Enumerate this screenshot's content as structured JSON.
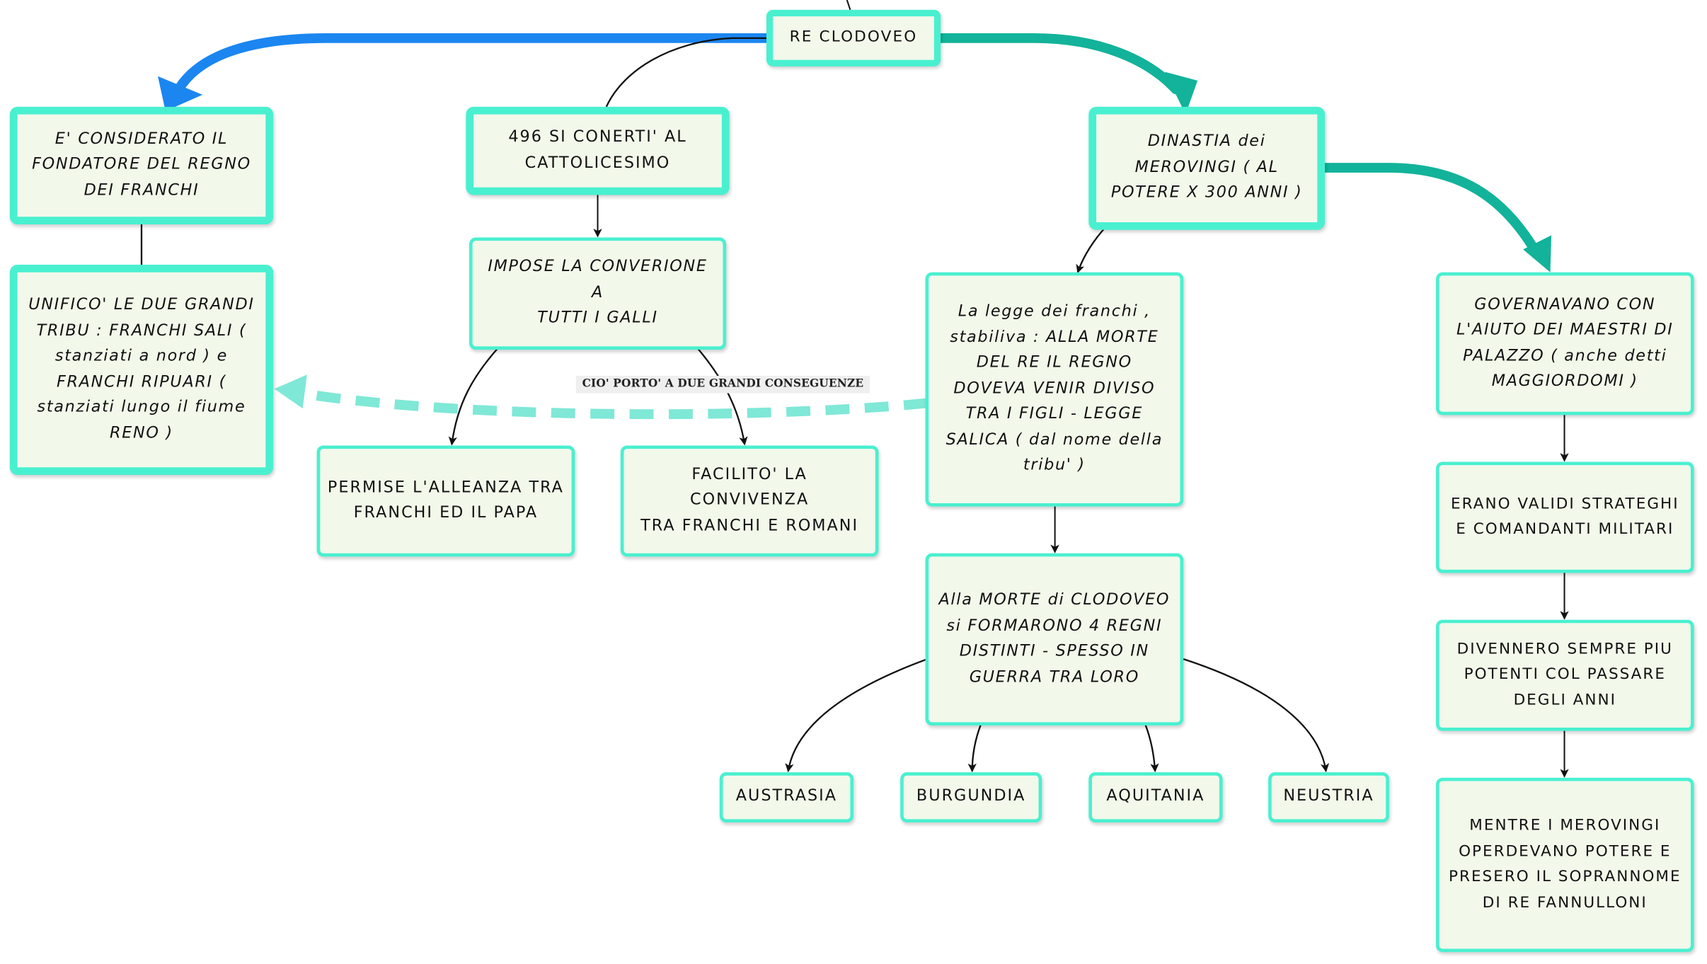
{
  "colors": {
    "node_fill": "#f2f8ea",
    "node_border": "#49f0d0",
    "arrow_blue": "#1b86f0",
    "arrow_teal": "#12b39a",
    "dashed_link": "#7fe8d6",
    "connector": "#111111"
  },
  "nodes": {
    "root": "RE CLODOVEO",
    "founder": "E' CONSIDERATO IL\nFONDATORE DEL REGNO\nDEI FRANCHI",
    "unified": "UNIFICO' LE DUE GRANDI\nTRIBU : FRANCHI SALI (\nstanziati a nord ) e\nFRANCHI RIPUARI (\nstanziati lungo il fiume\nRENO )",
    "converted": "496 SI CONERTI' AL\nCATTOLICESIMO",
    "imposed": "IMPOSE LA CONVERIONE A\nTUTTI I GALLI",
    "alliance": "PERMISE L'ALLEANZA TRA\nFRANCHI ED IL PAPA",
    "coexistence": "FACILITO' LA CONVIVENZA\nTRA FRANCHI E ROMANI",
    "dynasty": "DINASTIA dei\nMEROVINGI ( AL\nPOTERE X 300 ANNI )",
    "salic_law": "La legge dei franchi ,\nstabiliva : ALLA MORTE\nDEL RE IL REGNO\nDOVEVA VENIR DIVISO\nTRA I FIGLI - LEGGE\nSALICA ( dal nome della\ntribu' )",
    "four_kingdoms": "Alla MORTE di CLODOVEO\nsi FORMARONO 4 REGNI\nDISTINTI - SPESSO IN\nGUERRA TRA LORO",
    "kingdoms": [
      "AUSTRASIA",
      "BURGUNDIA",
      "AQUITANIA",
      "NEUSTRIA"
    ],
    "mayors": "GOVERNAVANO CON\nL'AIUTO DEI MAESTRI DI\nPALAZZO ( anche detti\nMAGGIORDOMI )",
    "strategists": "ERANO VALIDI STRATEGHI\nE COMANDANTI MILITARI",
    "powerful": "DIVENNERO SEMPRE PIU\nPOTENTI COL PASSARE\nDEGLI ANNI",
    "lazy_kings": "MENTRE I MEROVINGI\nOPERDEVANO POTERE E\nPRESERO IL SOPRANNOME\nDI RE FANNULLONI"
  },
  "links": {
    "consequences_label": "CIO' PORTO' A DUE GRANDI CONSEGUENZE"
  }
}
